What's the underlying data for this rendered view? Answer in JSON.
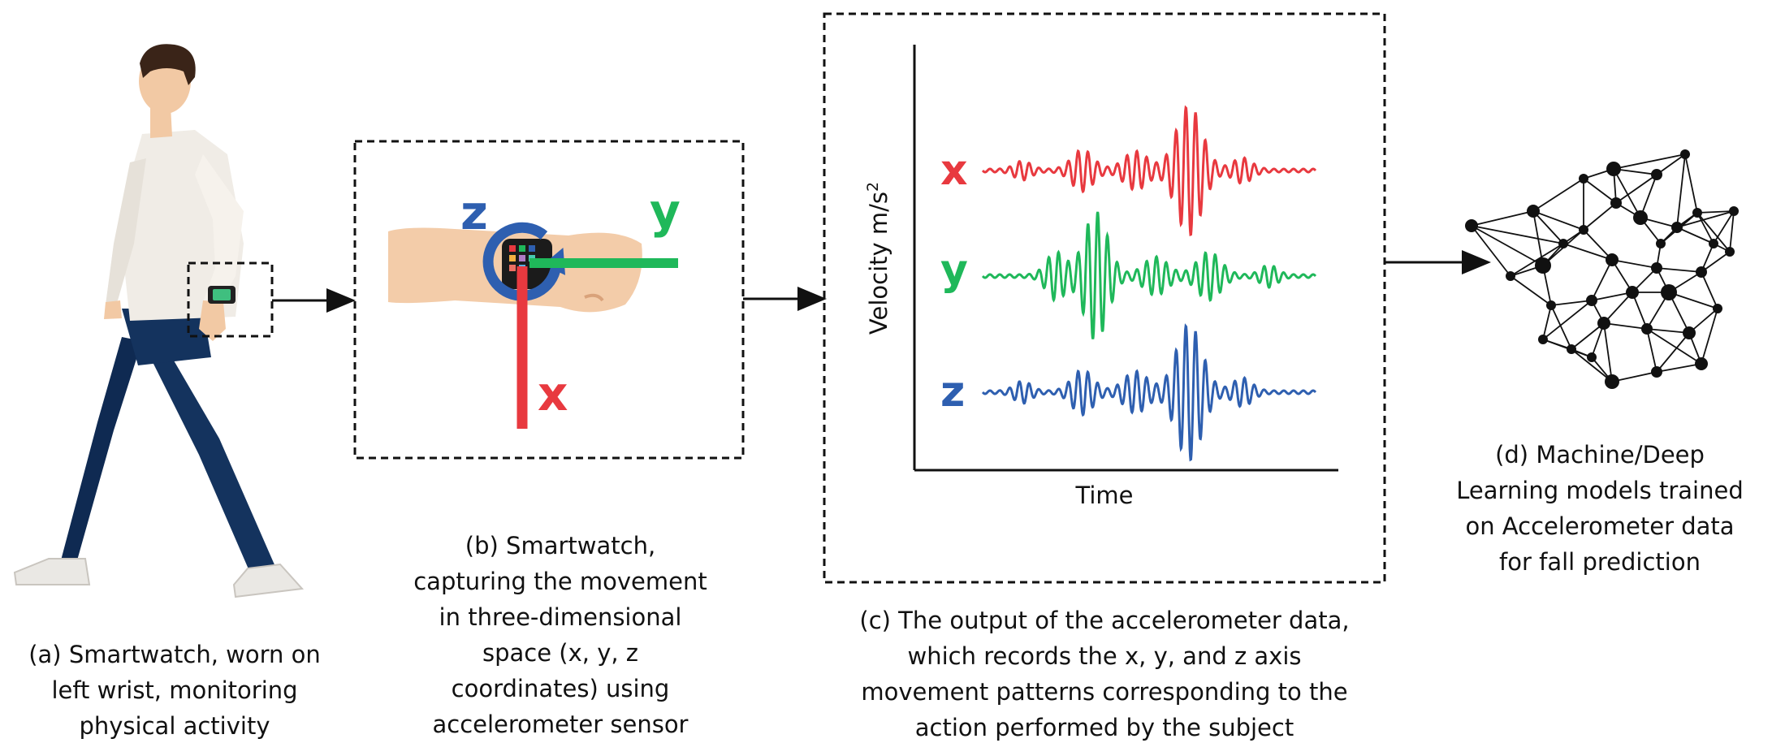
{
  "colors": {
    "x_axis": "#e8393f",
    "y_axis": "#1fb85a",
    "z_axis": "#2e5fb0",
    "skin": "#f2c9a4",
    "shirt": "#f0ece6",
    "pants": "#14335e",
    "hair": "#3a2418"
  },
  "panel_a": {
    "caption": [
      "(a) Smartwatch, worn on",
      "left wrist, monitoring",
      "physical activity"
    ]
  },
  "panel_b": {
    "caption": [
      "(b) Smartwatch,",
      "capturing the movement",
      "in three-dimensional",
      "space (x, y, z",
      "coordinates) using",
      "accelerometer sensor"
    ],
    "labels": {
      "x": "x",
      "y": "y",
      "z": "z"
    }
  },
  "panel_c": {
    "caption": [
      "(c) The output of the accelerometer data,",
      "which records the x, y, and z axis",
      "movement patterns corresponding to the",
      "action performed by the subject"
    ],
    "ylabel": "Velocity m/s",
    "ylabel_sup": "2",
    "xlabel": "Time",
    "signals": [
      {
        "name": "x",
        "color": "#e8393f"
      },
      {
        "name": "y",
        "color": "#1fb85a"
      },
      {
        "name": "z",
        "color": "#2e5fb0"
      }
    ]
  },
  "panel_d": {
    "caption": [
      "(d) Machine/Deep",
      "Learning models trained",
      "on Accelerometer data",
      "for fall prediction"
    ]
  }
}
